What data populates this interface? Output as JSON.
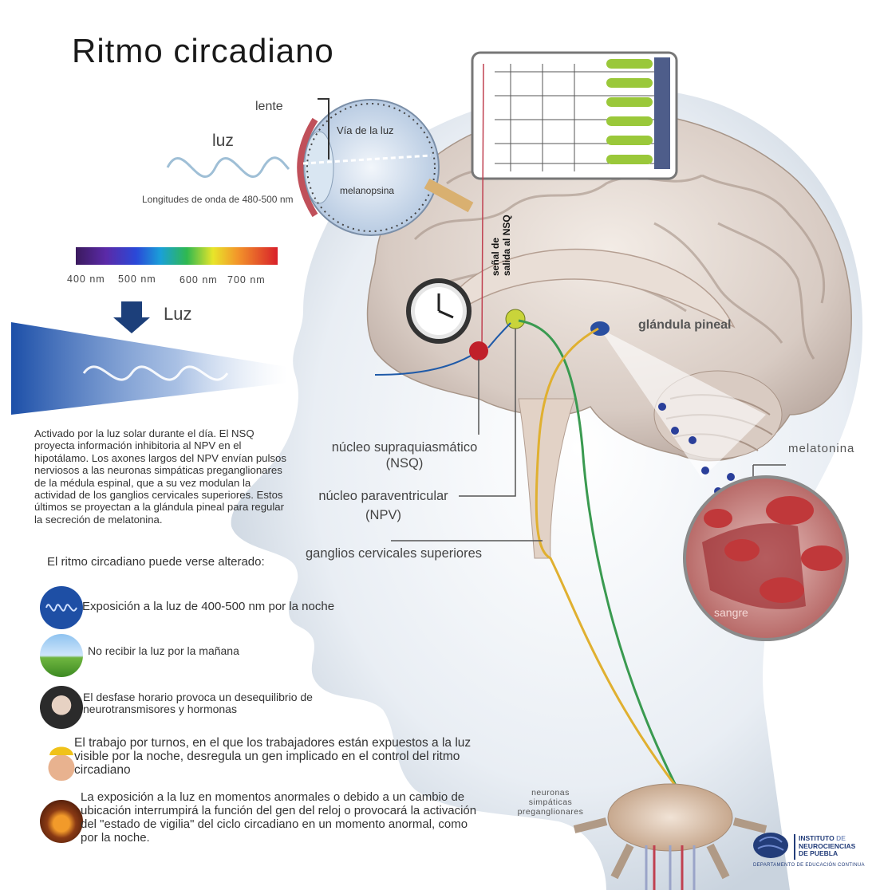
{
  "title": "Ritmo circadiano",
  "eye": {
    "lens_label": "lente",
    "light_path_label": "Vía de la luz",
    "melanopsin_label": "melanopsina",
    "light_label": "luz",
    "wavelength_label": "Longitudes de onda de 480-500 nm"
  },
  "spectrum": {
    "ticks": [
      "400 nm",
      "500 nm",
      "600 nm",
      "700 nm"
    ]
  },
  "light_beam_label": "Luz",
  "brain": {
    "output_signal_label_1": "señal de",
    "output_signal_label_2": "salida al NSQ",
    "pineal_label": "glándula pineal",
    "scn_label_1": "núcleo supraquiasmático",
    "scn_label_2": "(NSQ)",
    "pvn_label_1": "núcleo paraventricular",
    "pvn_label_2": "(NPV)",
    "scg_label": "ganglios cervicales superiores",
    "melatonin_label": "melatonina",
    "blood_label": "sangre",
    "spinal_label_1": "neuronas",
    "spinal_label_2": "simpáticas",
    "spinal_label_3": "preganglionares"
  },
  "description": "Activado por la luz solar durante el día. El NSQ proyecta información inhibitoria al NPV en el hipotálamo. Los axones largos del NPV envían pulsos nerviosos a las neuronas simpáticas preganglionares de la médula espinal, que a su vez modulan la actividad de los ganglios cervicales superiores. Estos últimos se proyectan a la glándula pineal para regular la secreción de melatonina.",
  "disruption_heading": "El ritmo circadiano puede verse alterado:",
  "disruptions": [
    {
      "icon": "blue-light-wave-icon",
      "text": "Exposición a la luz de 400-500 nm por la noche"
    },
    {
      "icon": "morning-sky-icon",
      "text": "No recibir la luz por la mañana"
    },
    {
      "icon": "jet-lag-person-icon",
      "text": "El desfase horario provoca un desequilibrio de neurotransmisores y hormonas"
    },
    {
      "icon": "shift-worker-icon",
      "text": "El trabajo por turnos, en el que los trabajadores están expuestos a la luz visible por la noche, desregula un gen implicado en el control del ritmo circadiano"
    },
    {
      "icon": "night-lights-icon",
      "text": "La exposición a la luz en momentos anormales o debido a un cambio de ubicación interrumpirá la función del gen del reloj o provocará la activación del \"estado de vigilia\" del ciclo circadiano en un momento anormal, como por la noche."
    }
  ],
  "logo": {
    "line1_a": "INSTITUTO",
    "line1_b": "DE",
    "line2": "NEUROCIENCIAS",
    "line3": "DE PUEBLA",
    "subline": "DEPARTAMENTO DE EDUCACIÓN CONTINUA"
  },
  "colors": {
    "nsq_red": "#c0202a",
    "npv_yellow": "#c9d43a",
    "pineal_blue": "#2a4fa0",
    "green_path": "#3a9a50",
    "yellow_path": "#e0b030",
    "blood": "#c0383a"
  }
}
